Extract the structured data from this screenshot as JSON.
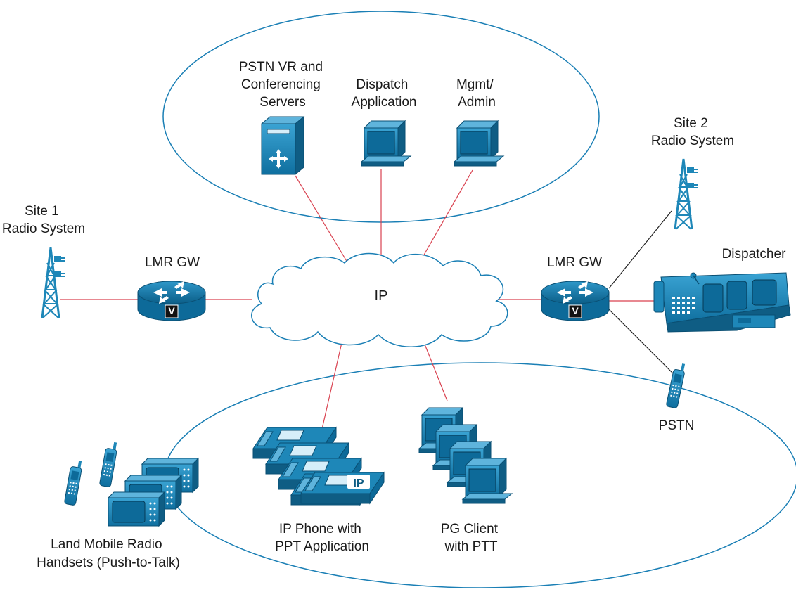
{
  "labels": {
    "pstn_servers": [
      "PSTN VR and",
      "Conferencing",
      "Servers"
    ],
    "dispatch_app": [
      "Dispatch",
      "Application"
    ],
    "mgmt_admin": [
      "Mgmt/",
      "Admin"
    ],
    "site1": [
      "Site 1",
      "Radio System"
    ],
    "site2": [
      "Site 2",
      "Radio System"
    ],
    "lmr_gw_left": "LMR GW",
    "lmr_gw_right": "LMR GW",
    "ip_cloud": "IP",
    "dispatcher": "Dispatcher",
    "pstn": "PSTN",
    "ip_phone": [
      "IP Phone with",
      "PPT Application"
    ],
    "pg_client": [
      "PG Client",
      "with PTT"
    ],
    "lmr_handsets": [
      "Land Mobile Radio",
      "Handsets (Push-to-Talk)"
    ],
    "gw_badge": "V",
    "phone_badge": "IP"
  },
  "colors": {
    "device": "#1e87b8",
    "device_dark": "#0f5d84",
    "link_ip": "#d9414f",
    "link_other": "#222222",
    "ellipse": "#1a7fb5"
  }
}
